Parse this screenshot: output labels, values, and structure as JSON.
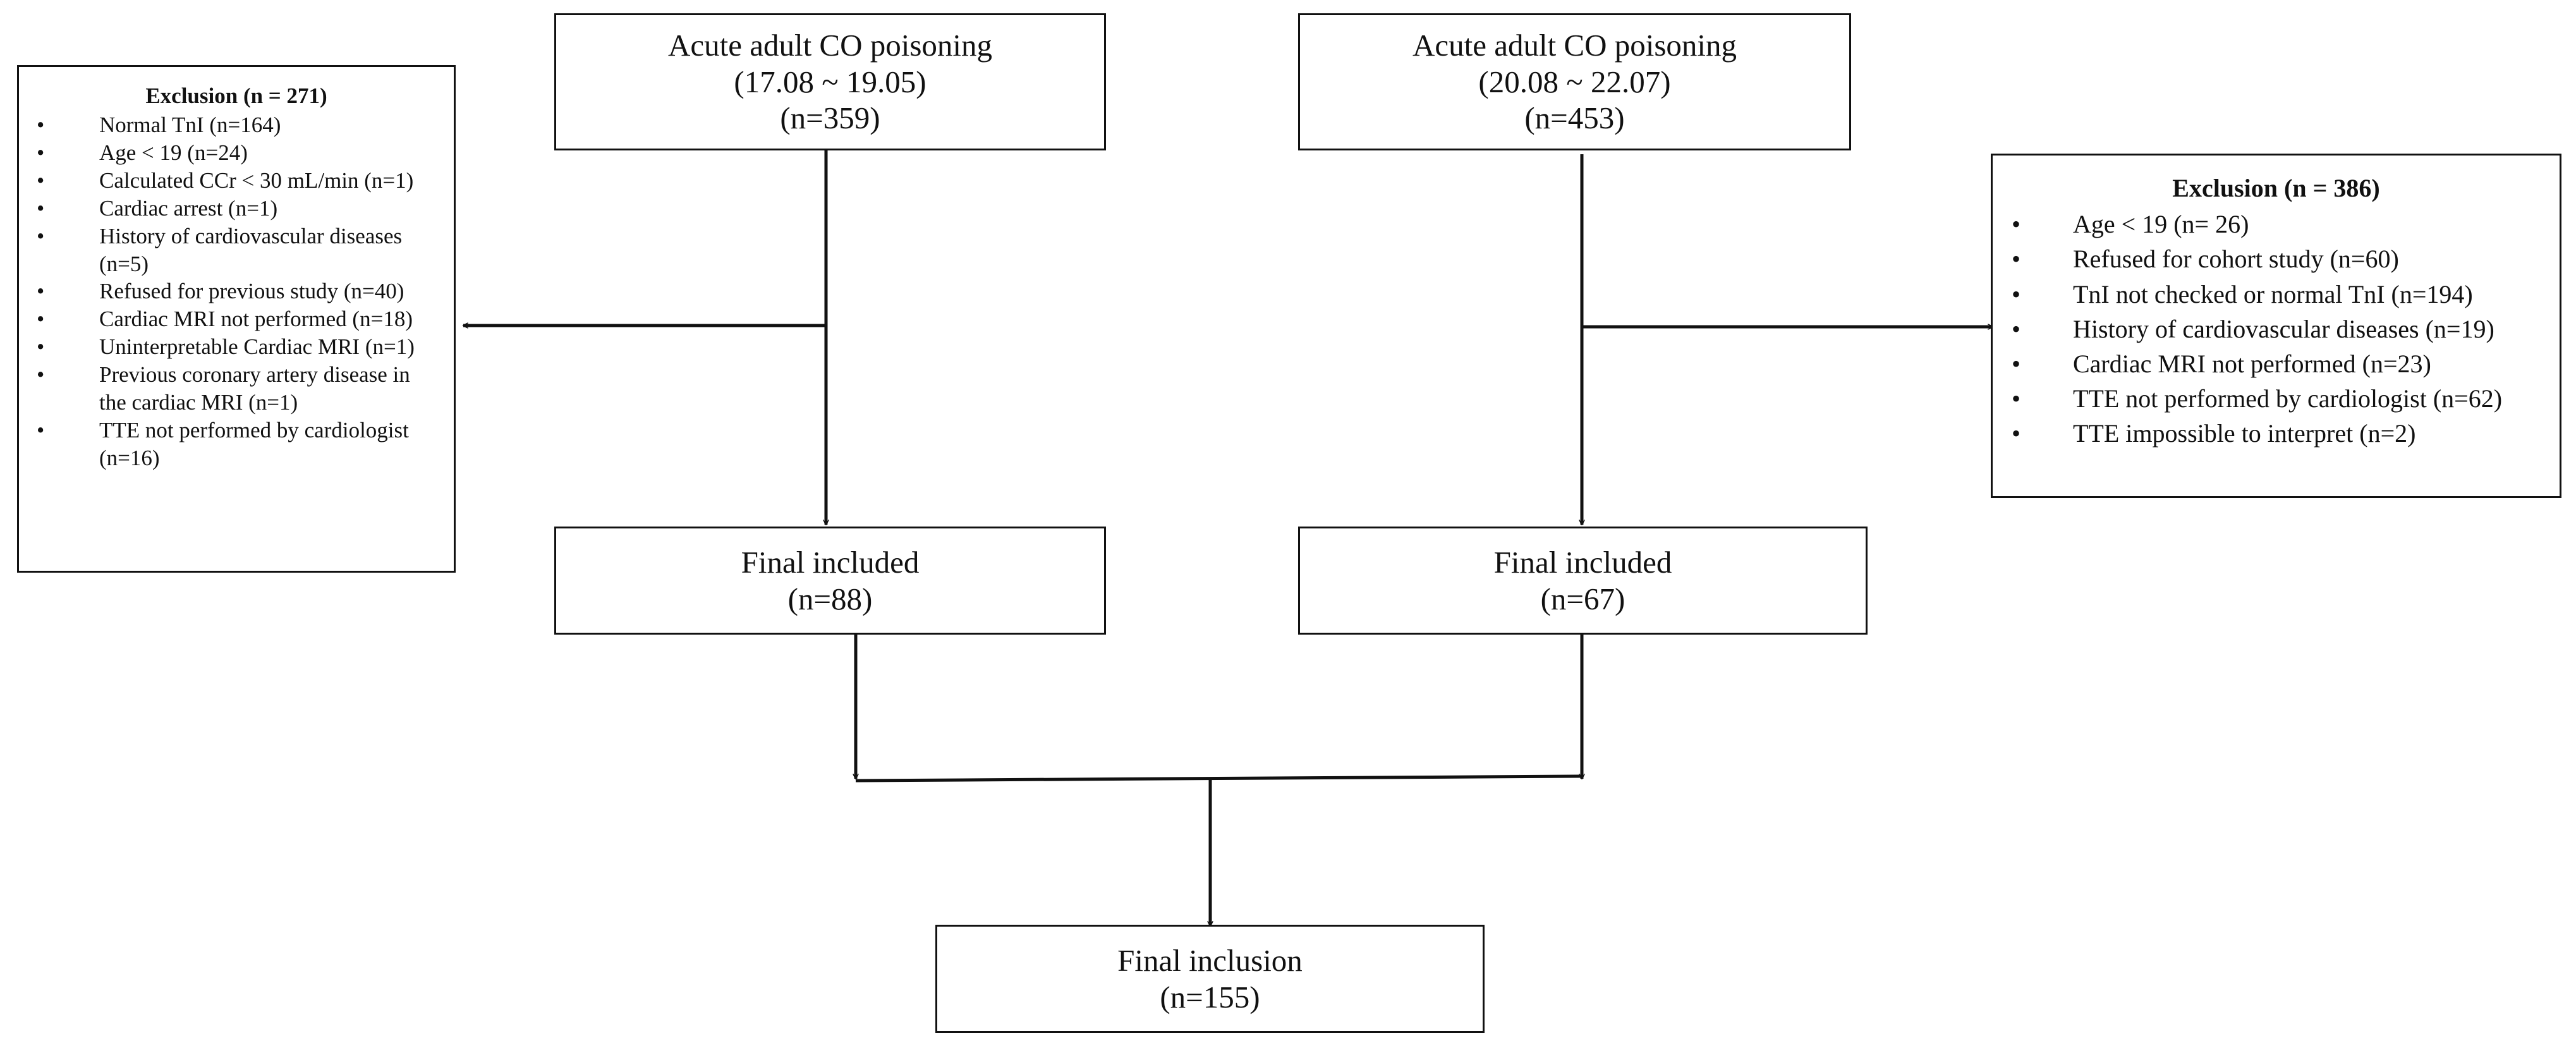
{
  "left_cohort": {
    "title": "Acute adult CO poisoning",
    "period": "(17.08 ~ 19.05)",
    "count": "(n=359)"
  },
  "right_cohort": {
    "title": "Acute adult CO poisoning",
    "period": "(20.08 ~ 22.07)",
    "count": "(n=453)"
  },
  "left_exclusion": {
    "title": "Exclusion (n = 271)",
    "items": [
      "Normal TnI (n=164)",
      "Age < 19 (n=24)",
      "Calculated CCr < 30 mL/min (n=1)",
      "Cardiac arrest (n=1)",
      "History of cardiovascular diseases (n=5)",
      "Refused for previous study (n=40)",
      "Cardiac MRI not performed (n=18)",
      "Uninterpretable Cardiac MRI (n=1)",
      "Previous coronary artery disease in the cardiac MRI (n=1)",
      "TTE not performed by cardiologist (n=16)"
    ]
  },
  "right_exclusion": {
    "title": "Exclusion (n = 386)",
    "items": [
      "Age < 19 (n= 26)",
      "Refused for cohort study (n=60)",
      "TnI not checked or normal TnI (n=194)",
      "History of cardiovascular diseases (n=19)",
      "Cardiac MRI not performed (n=23)",
      "TTE not performed by cardiologist (n=62)",
      "TTE impossible to interpret (n=2)"
    ]
  },
  "left_final": {
    "title": "Final included",
    "count": "(n=88)"
  },
  "right_final": {
    "title": "Final included",
    "count": "(n=67)"
  },
  "final_inclusion": {
    "title": "Final inclusion",
    "count": "(n=155)"
  }
}
